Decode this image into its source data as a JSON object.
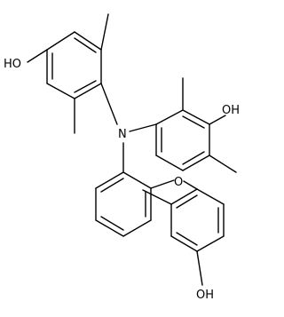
{
  "molecule": {
    "atoms": {
      "n1": "N",
      "o_ether": "O",
      "oh_left": "HO",
      "oh_right": "OH",
      "oh_bottom": "OH"
    }
  },
  "colors": {
    "bond": "#000000",
    "background": "#ffffff"
  }
}
